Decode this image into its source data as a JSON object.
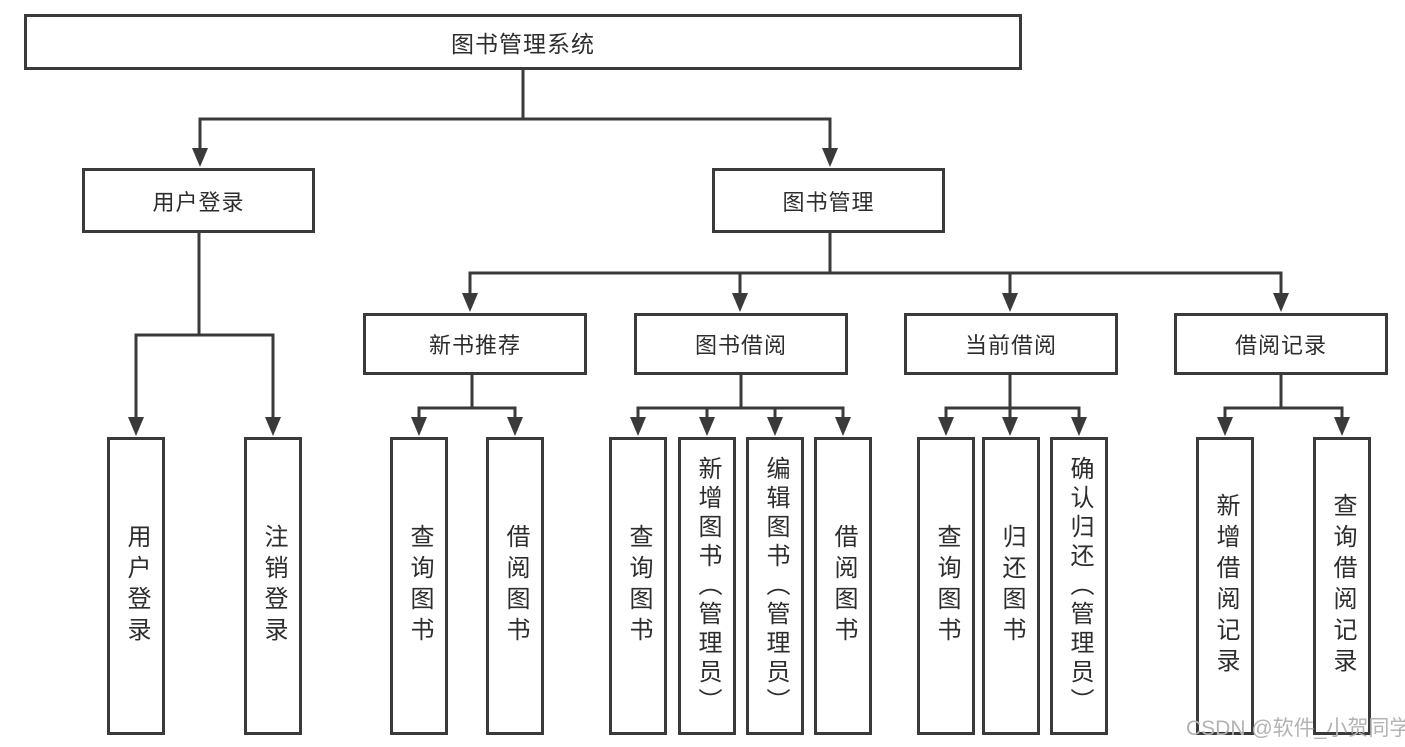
{
  "nodes": {
    "root": "图书管理系统",
    "user_login": "用户登录",
    "book_management": "图书管理",
    "new_book_recommend": "新书推荐",
    "book_borrowing": "图书借阅",
    "current_borrowing": "当前借阅",
    "borrowing_records": "借阅记录",
    "leaf_user_login": "用户登录",
    "leaf_logout": "注销登录",
    "leaf_rec_query_books": "查询图书",
    "leaf_rec_borrow_books": "借阅图书",
    "leaf_bor_query_books": "查询图书",
    "leaf_bor_add_books": "新增图书（管理员）",
    "leaf_bor_edit_books": "编辑图书（管理员）",
    "leaf_bor_borrow_books": "借阅图书",
    "leaf_cur_query_books": "查询图书",
    "leaf_cur_return_books": "归还图书",
    "leaf_cur_confirm_return": "确认归还（管理员）",
    "leaf_log_add_record": "新增借阅记录",
    "leaf_log_query_record": "查询借阅记录"
  },
  "watermark": "CSDN @软件_小贺同学",
  "colors": {
    "line": "#3a3a3a",
    "text": "#2d2d2d",
    "watermark": "#b3b3b3",
    "background": "#ffffff"
  }
}
